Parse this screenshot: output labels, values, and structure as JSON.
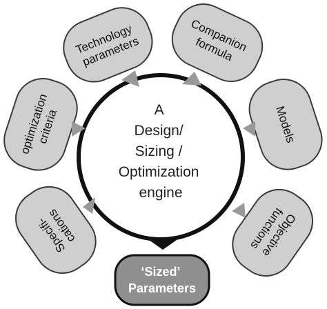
{
  "engine": {
    "lines": [
      "A",
      "Design/",
      "Sizing  /",
      "Optimization",
      "engine"
    ]
  },
  "nodes": {
    "technology": {
      "lines": [
        "Technology",
        "parameters"
      ]
    },
    "companion": {
      "lines": [
        "Companion",
        "formula"
      ]
    },
    "criteria": {
      "lines": [
        "optimization",
        "criteria"
      ]
    },
    "models": {
      "lines": [
        "Models"
      ]
    },
    "specifications": {
      "lines": [
        "Specifi-",
        "cations"
      ]
    },
    "objective": {
      "lines": [
        "Objective",
        "functions"
      ]
    }
  },
  "output": {
    "lines": [
      "‘Sized’",
      "Parameters"
    ]
  },
  "colors": {
    "node_fill": "#cfcfcf",
    "node_stroke": "#3a3a3a",
    "arrow_fill": "#999999",
    "output_fill": "#8f8f8f",
    "output_arrow": "#111111"
  }
}
